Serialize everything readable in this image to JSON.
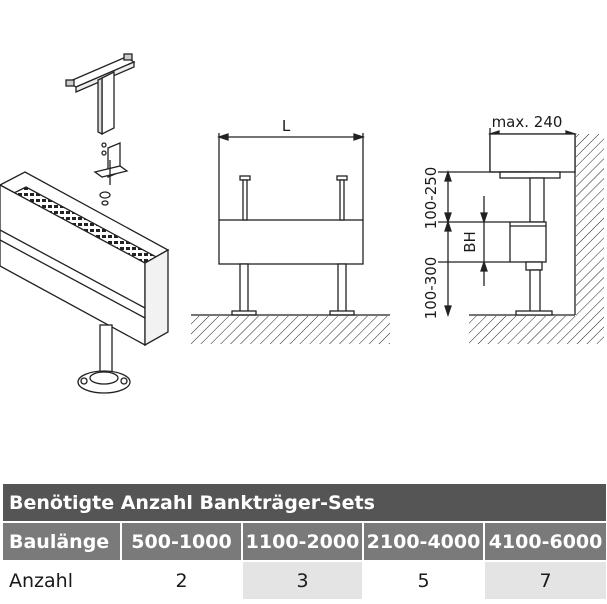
{
  "diagram": {
    "dim_length": "L",
    "dim_max_width": "max. 240",
    "dim_upper_range": "100-250",
    "dim_lower_range": "100-300",
    "dim_height": "BH"
  },
  "table": {
    "title": "Benötigte Anzahl Bankträger-Sets",
    "header": [
      "Baulänge",
      "500-1000",
      "1100-2000",
      "2100-4000",
      "4100-6000"
    ],
    "row": [
      "Anzahl",
      "2",
      "3",
      "5",
      "7"
    ]
  }
}
